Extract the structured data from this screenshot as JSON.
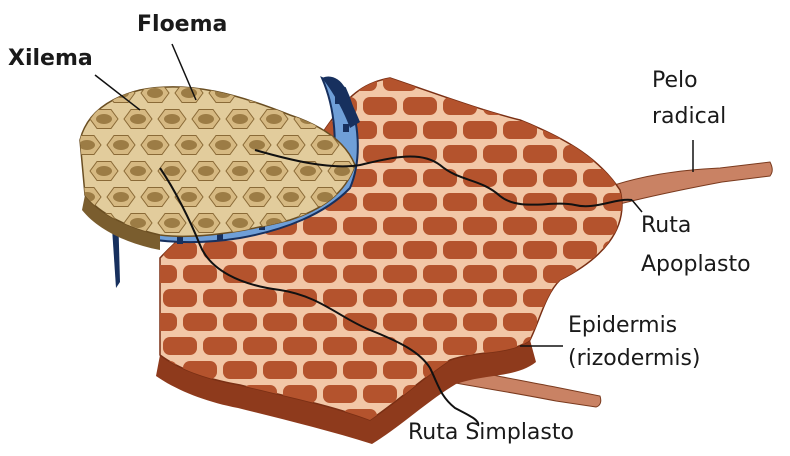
{
  "labels": {
    "xilema": "Xilema",
    "floema": "Floema",
    "pelo_radical_line1": "Pelo",
    "pelo_radical_line2": "radical",
    "ruta_apoplasto_line1": "Ruta",
    "ruta_apoplasto_line2": "Apoplasto",
    "epidermis_line1": "Epidermis",
    "epidermis_line2": "(rizodermis)",
    "ruta_simplasto": "Ruta Simplasto"
  },
  "colors": {
    "cortex_cell": "#b4532d",
    "cortex_wall": "#f2c7a7",
    "cortex_side": "#8e3a1c",
    "stele_cell": "#9c7c45",
    "stele_wall": "#e2cc9c",
    "endodermis": "#6f9fd8",
    "endodermis_dark": "#17305e",
    "root_hair": "#c98264",
    "path_line": "#111111"
  }
}
